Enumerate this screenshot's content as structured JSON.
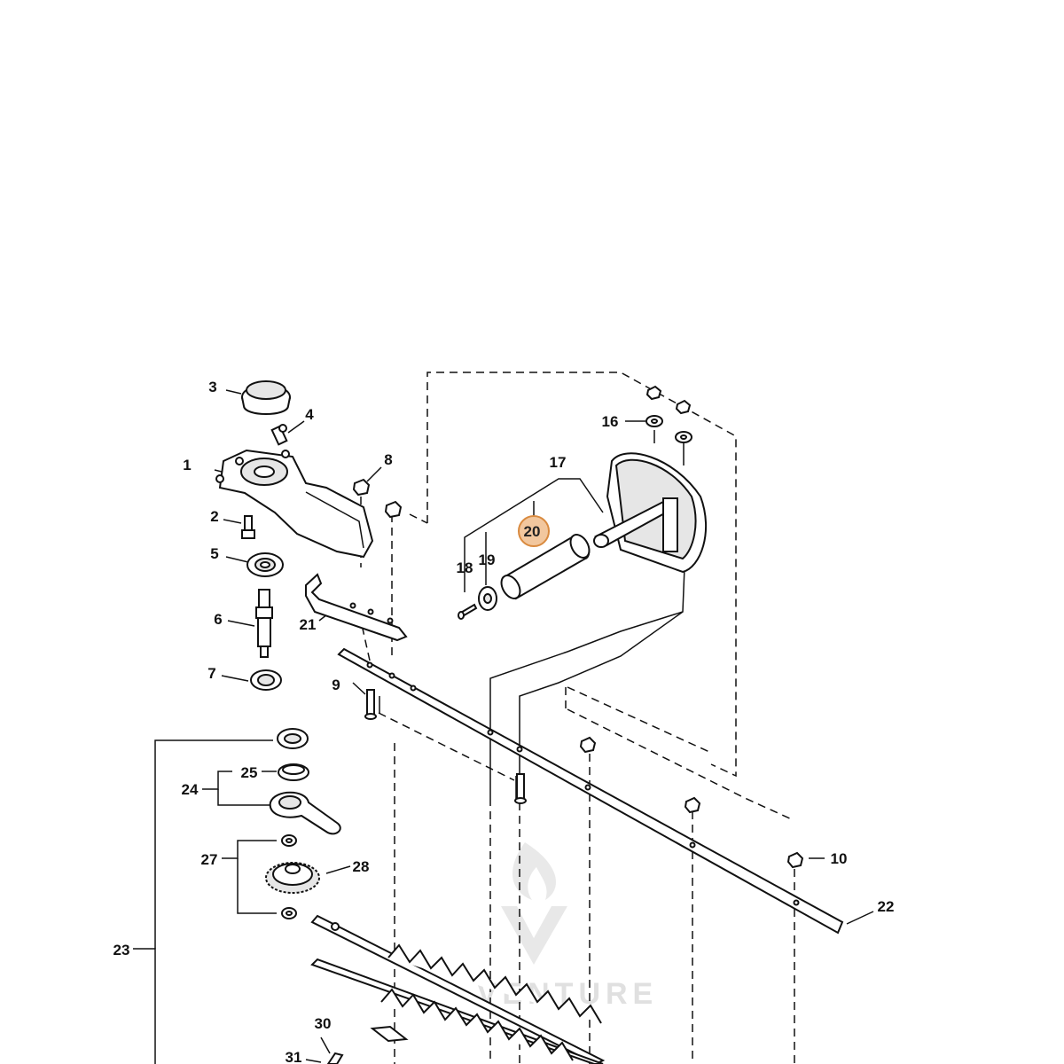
{
  "diagram": {
    "callouts": [
      {
        "id": "c1",
        "text": "1"
      },
      {
        "id": "c2",
        "text": "2"
      },
      {
        "id": "c3",
        "text": "3"
      },
      {
        "id": "c4",
        "text": "4"
      },
      {
        "id": "c5",
        "text": "5"
      },
      {
        "id": "c6",
        "text": "6"
      },
      {
        "id": "c7",
        "text": "7"
      },
      {
        "id": "c8",
        "text": "8"
      },
      {
        "id": "c9",
        "text": "9"
      },
      {
        "id": "c10",
        "text": "10"
      },
      {
        "id": "c16",
        "text": "16"
      },
      {
        "id": "c17",
        "text": "17"
      },
      {
        "id": "c18",
        "text": "18"
      },
      {
        "id": "c19",
        "text": "19"
      },
      {
        "id": "c20",
        "text": "20",
        "highlighted": true
      },
      {
        "id": "c21",
        "text": "21"
      },
      {
        "id": "c22",
        "text": "22"
      },
      {
        "id": "c23",
        "text": "23"
      },
      {
        "id": "c24",
        "text": "24"
      },
      {
        "id": "c25",
        "text": "25"
      },
      {
        "id": "c27",
        "text": "27"
      },
      {
        "id": "c28",
        "text": "28"
      },
      {
        "id": "c30",
        "text": "30"
      },
      {
        "id": "c31",
        "text": "31"
      }
    ],
    "highlight_color": "#f2c79e",
    "highlight_stroke": "#d98a3f",
    "watermark": "VENTURE"
  }
}
